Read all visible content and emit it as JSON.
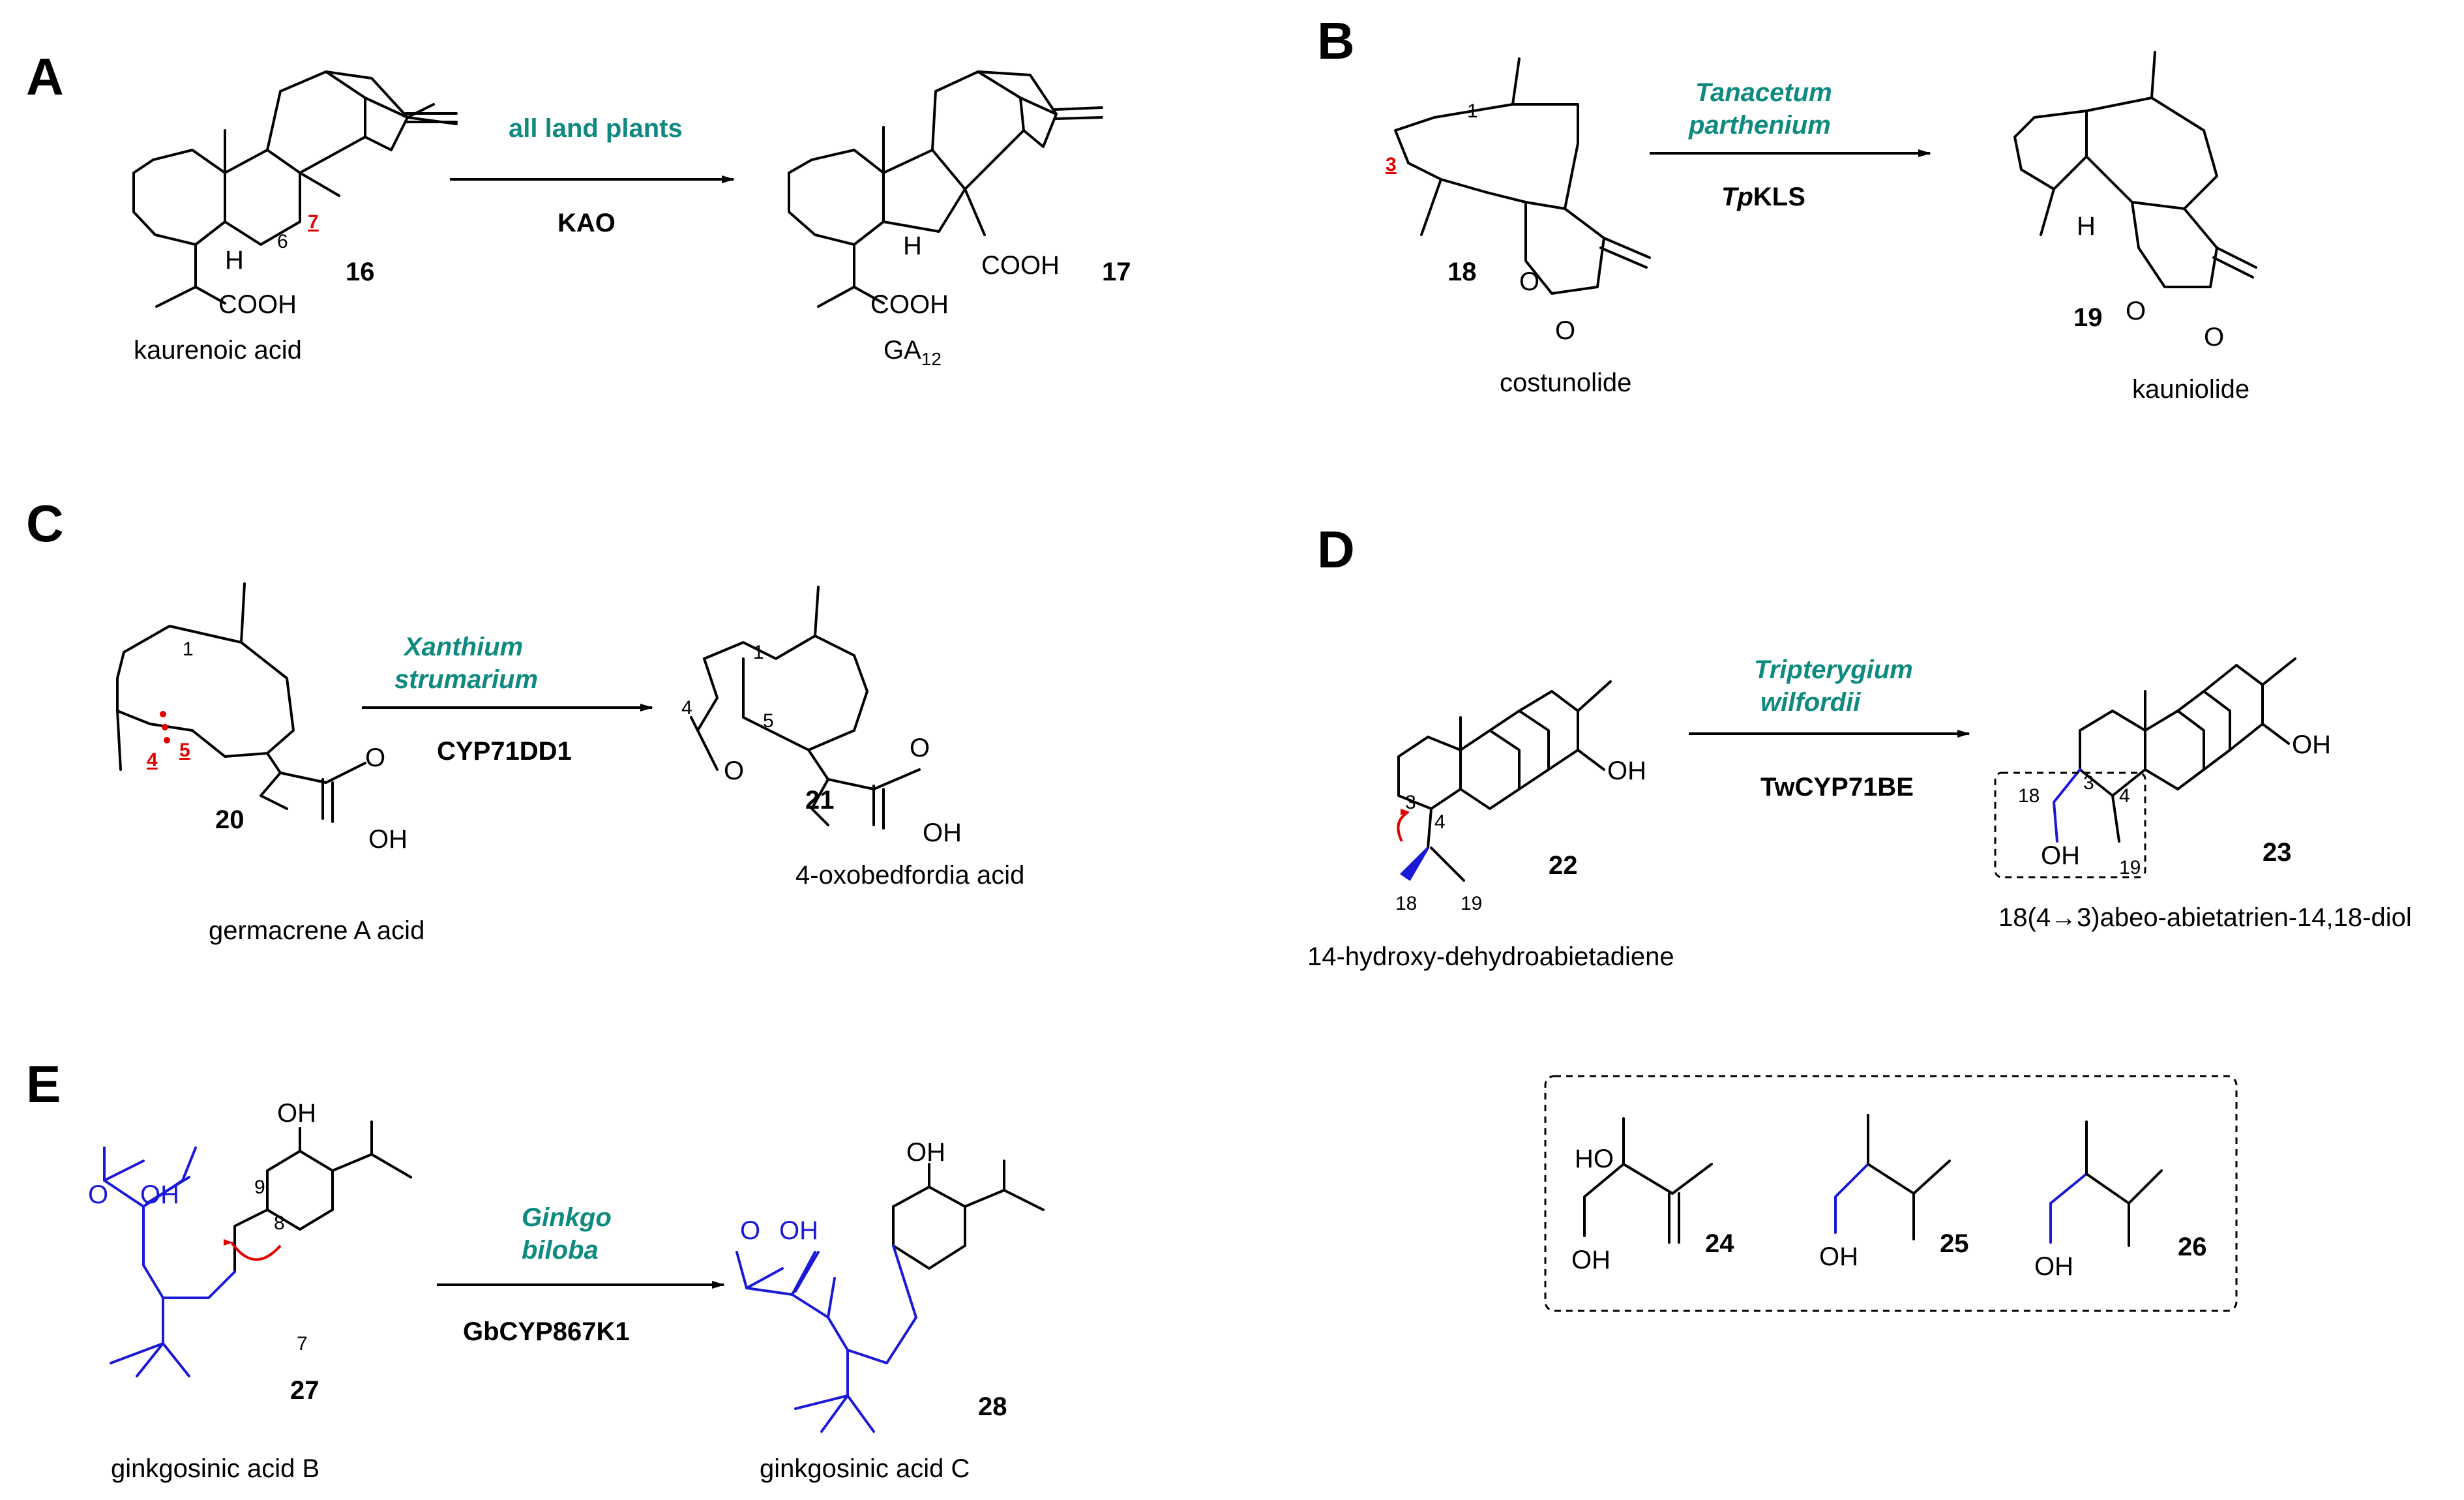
{
  "panels": {
    "A": {
      "label": "A",
      "reactant_num": "16",
      "reactant_name": "kaurenoic acid",
      "product_num": "17",
      "product_name": "GA",
      "product_name_sub": "12",
      "organism": "all land plants",
      "enzyme": "KAO",
      "atoms": {
        "cooh1": "COOH",
        "cooh2": "COOH",
        "cooh3": "COOH",
        "h1": "H",
        "h2": "H",
        "pos6": "6",
        "pos7": "7"
      }
    },
    "B": {
      "label": "B",
      "reactant_num": "18",
      "reactant_name": "costunolide",
      "product_num": "19",
      "product_name": "kauniolide",
      "organism_line1": "Tanacetum",
      "organism_line2": "parthenium",
      "enzyme_italic": "Tp",
      "enzyme_rest": "KLS",
      "atoms": {
        "pos1": "1",
        "pos3": "3",
        "o1": "O",
        "o2": "O",
        "o3": "O",
        "o4": "O",
        "h": "H"
      }
    },
    "C": {
      "label": "C",
      "reactant_num": "20",
      "reactant_name": "germacrene A acid",
      "product_num": "21",
      "product_name": "4-oxobedfordia acid",
      "organism_line1": "Xanthium",
      "organism_line2": "strumarium",
      "enzyme": "CYP71DD1",
      "atoms": {
        "pos1a": "1",
        "pos4a": "4",
        "pos5a": "5",
        "oh1": "OH",
        "o1": "O",
        "pos1b": "1",
        "pos4b": "4",
        "pos5b": "5",
        "o2": "O",
        "oh2": "OH",
        "o3": "O"
      }
    },
    "D": {
      "label": "D",
      "reactant_num": "22",
      "reactant_name": "14-hydroxy-dehydroabietadiene",
      "product_num": "23",
      "product_name": "18(4→3)abeo-abietatrien-14,18-diol",
      "organism_line1": "Tripterygium",
      "organism_line2": "wilfordii",
      "enzyme": "TwCYP71BE",
      "atoms": {
        "oh1": "OH",
        "pos3a": "3",
        "pos4a": "4",
        "pos18a": "18",
        "pos19a": "19",
        "oh2": "OH",
        "pos18b": "18",
        "pos3b": "3",
        "pos4b": "4",
        "oh3": "OH",
        "pos19b": "19"
      },
      "inset": {
        "num24": "24",
        "num25": "25",
        "num26": "26",
        "ho": "HO",
        "oh24": "OH",
        "oh25": "OH",
        "oh26": "OH"
      }
    },
    "E": {
      "label": "E",
      "reactant_num": "27",
      "reactant_name": "ginkgosinic acid B",
      "product_num": "28",
      "product_name": "ginkgosinic acid C",
      "organism_line1": "Ginkgo",
      "organism_line2": "biloba",
      "enzyme": "GbCYP867K1",
      "atoms": {
        "oh_a": "OH",
        "o_a": "O",
        "ho_a": "OH",
        "pos9": "9",
        "pos8": "8",
        "pos7": "7",
        "oh_b": "OH",
        "o_b": "O",
        "ho_b": "OH"
      }
    }
  }
}
